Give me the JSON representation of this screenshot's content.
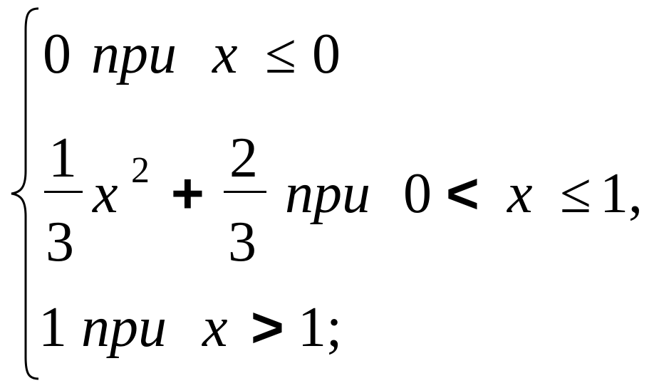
{
  "formula": {
    "case1": {
      "value": "0",
      "word": "при",
      "var": "x",
      "rel": "≤",
      "bound": "0"
    },
    "case2": {
      "frac1_num": "1",
      "frac1_den": "3",
      "var": "x",
      "exp": "2",
      "plus": "+",
      "frac2_num": "2",
      "frac2_den": "3",
      "word": "при",
      "lower": "0",
      "rel1": "<",
      "var2": "x",
      "rel2": "≤",
      "upper": "1,"
    },
    "case3": {
      "value": "1",
      "word": "при",
      "var": "x",
      "rel": ">",
      "bound": "1;"
    }
  }
}
